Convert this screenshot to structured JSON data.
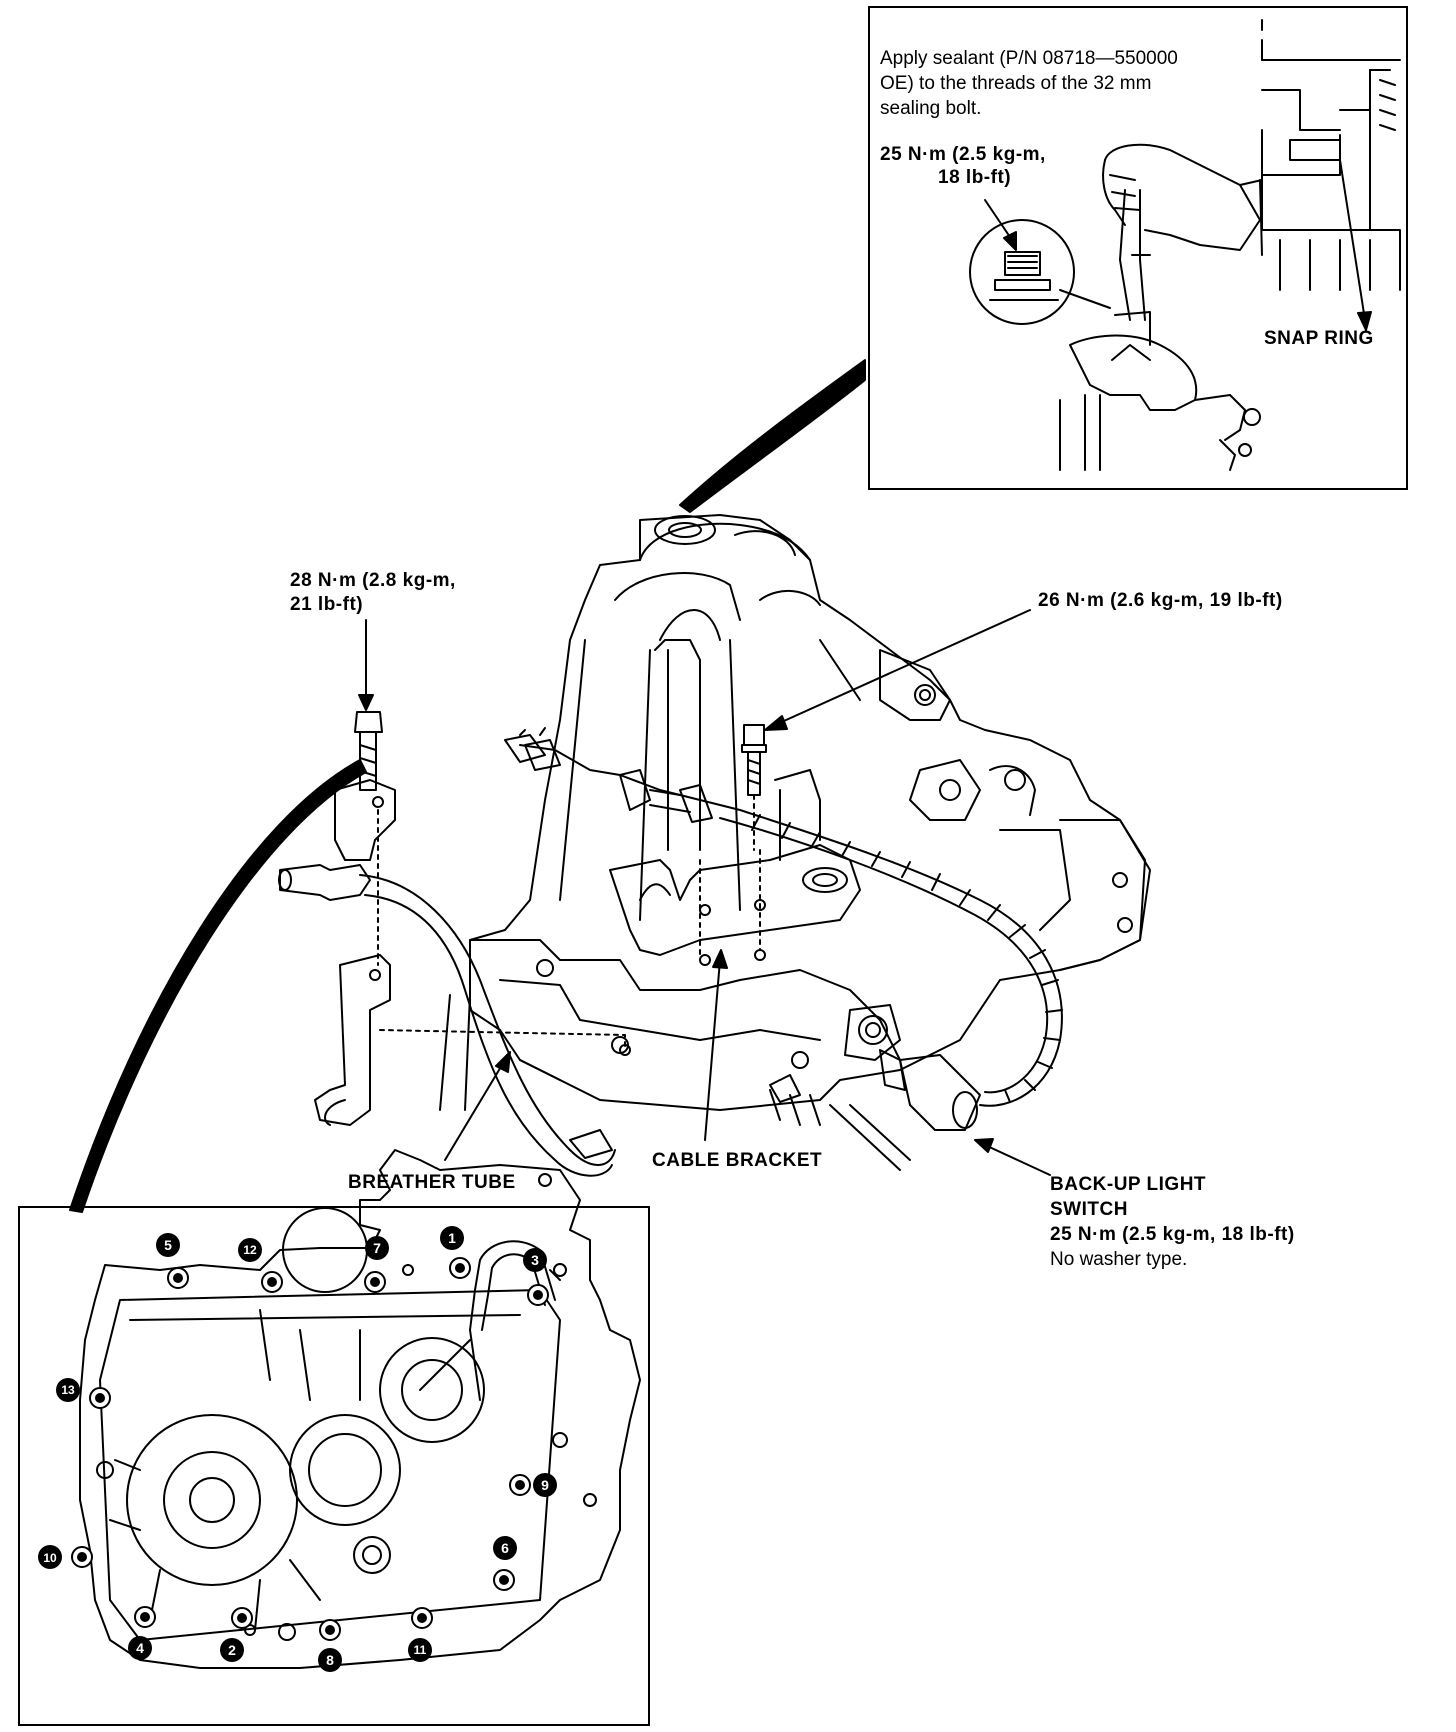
{
  "inset_top": {
    "note_lines": [
      "Apply sealant (P/N 08718—550000",
      "OE) to the threads of the 32 mm",
      "sealing bolt."
    ],
    "torque_lines": [
      "25 N·m (2.5 kg-m,",
      "18 lb-ft)"
    ],
    "snap_ring": "SNAP RING"
  },
  "main": {
    "torque_left": [
      "28 N·m (2.8 kg-m,",
      "21 lb-ft)"
    ],
    "torque_right": "26 N·m (2.6 kg-m, 19 lb-ft)",
    "breather_tube": "BREATHER TUBE",
    "cable_bracket": "CABLE BRACKET",
    "backup_switch": {
      "title_lines": [
        "BACK-UP LIGHT",
        "SWITCH"
      ],
      "torque": "25 N·m (2.5 kg-m, 18 lb-ft)",
      "note": "No washer type."
    }
  },
  "inset_bottom": {
    "bolt_numbers": [
      "1",
      "2",
      "3",
      "4",
      "5",
      "6",
      "7",
      "8",
      "9",
      "10",
      "11",
      "12",
      "13"
    ]
  },
  "colors": {
    "ink": "#000000",
    "paper": "#ffffff"
  }
}
